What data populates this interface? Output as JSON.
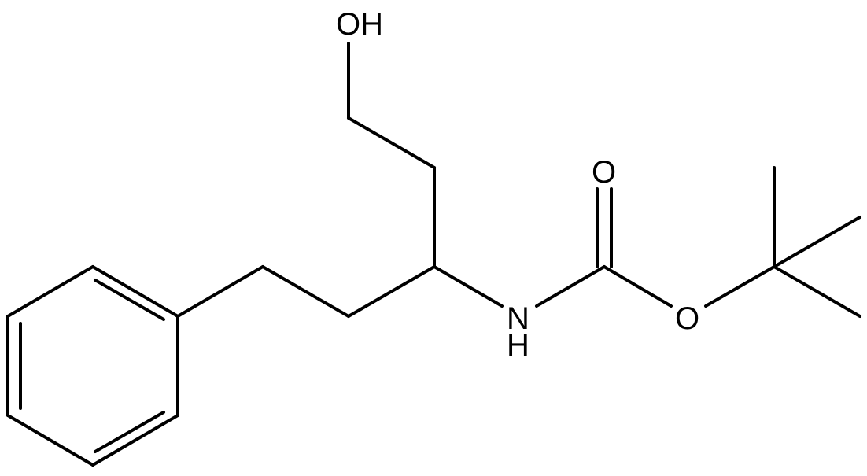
{
  "atoms": {
    "hydroxyl": "OH",
    "carbonyl_oxygen": "O",
    "ester_oxygen": "O",
    "amine_n": "N",
    "amine_h": "H"
  },
  "colors": {
    "bond": "#000000",
    "label": "#000000",
    "background": "#ffffff"
  }
}
